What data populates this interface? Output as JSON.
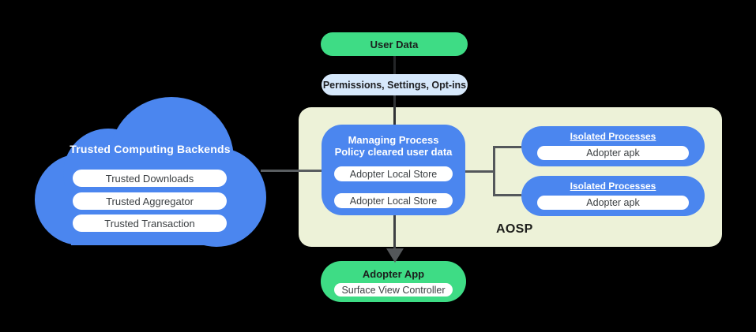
{
  "colors": {
    "background": "#000000",
    "cloud_blue": "#4b86ef",
    "aosp_panel": "#edf2d8",
    "android_green": "#3edc85",
    "light_blue_pill": "#d6e8fb",
    "white_pill": "#ffffff",
    "connector_gray": "#54585b",
    "dark_text": "#202124"
  },
  "cloud": {
    "title": "Trusted Computing Backends",
    "items": [
      "Trusted Downloads",
      "Trusted Aggregator",
      "Trusted Transaction"
    ]
  },
  "flow": {
    "user_data_label": "User Data",
    "permissions_label": "Permissions,  Settings, Opt-ins"
  },
  "aosp": {
    "label": "AOSP",
    "managing": {
      "title_line1": "Managing Process",
      "title_line2": "Policy cleared user data",
      "items": [
        "Adopter Local Store",
        "Adopter Local Store"
      ]
    },
    "isolated": [
      {
        "title": "Isolated Processes",
        "item": "Adopter apk"
      },
      {
        "title": "Isolated Processes",
        "item": "Adopter apk"
      }
    ]
  },
  "adopter_app": {
    "title": "Adopter App",
    "item": "Surface View Controller"
  }
}
